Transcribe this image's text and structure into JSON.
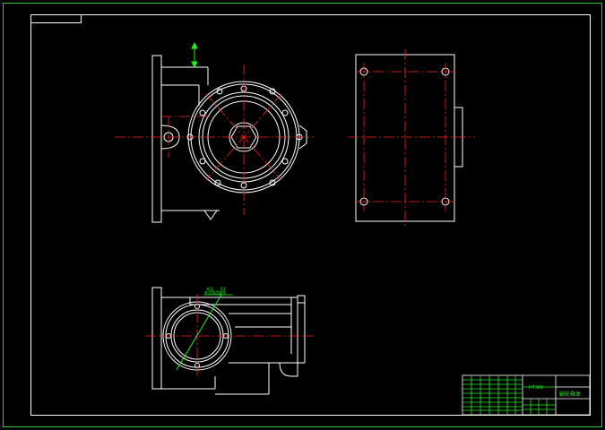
{
  "drawing": {
    "background": "#000000",
    "colors": {
      "sheet_border": "#33cc33",
      "frame": "#ffffff",
      "geometry": "#ffffff",
      "center_lines": "#ff2020",
      "annotation": "#22ee22",
      "title_block_lines": "#22ee22"
    }
  },
  "title_block": {
    "code": "HT300",
    "part_name": "蜗轮箱体"
  },
  "annotation": {
    "note_left": "未注",
    "note_mid": "未注铸造圆角",
    "note_right": "R3"
  }
}
